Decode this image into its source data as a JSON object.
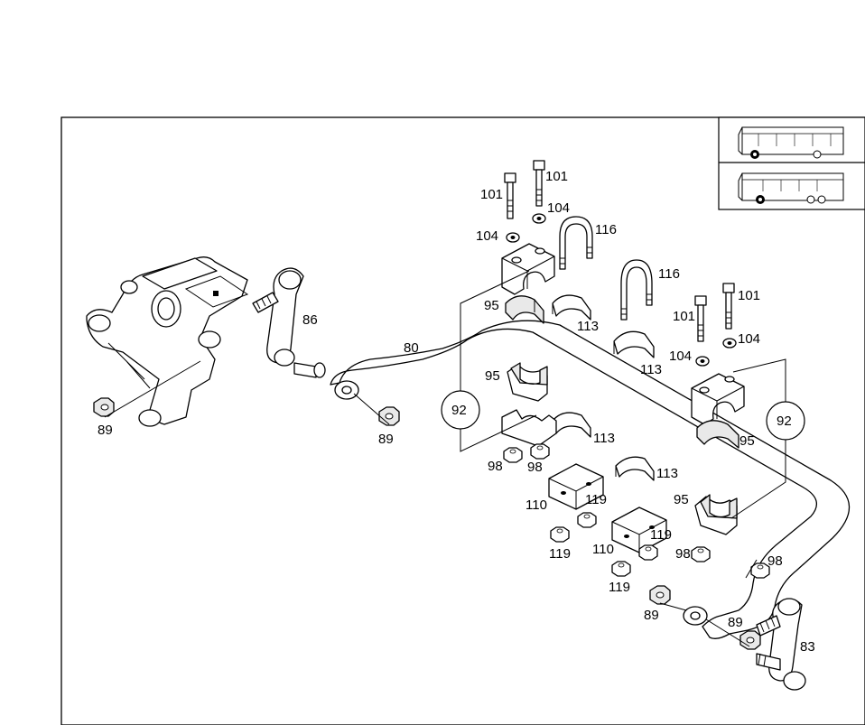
{
  "callouts": {
    "c80": "80",
    "c83": "83",
    "c86": "86",
    "c89a": "89",
    "c89b": "89",
    "c89c": "89",
    "c89d": "89",
    "c92a": "92",
    "c92b": "92",
    "c95a": "95",
    "c95b": "95",
    "c95c": "95",
    "c95d": "95",
    "c98a": "98",
    "c98b": "98",
    "c98c": "98",
    "c98d": "98",
    "c101a": "101",
    "c101b": "101",
    "c101c": "101",
    "c101d": "101",
    "c104a": "104",
    "c104b": "104",
    "c104c": "104",
    "c104d": "104",
    "c110a": "110",
    "c110b": "110",
    "c113a": "113",
    "c113b": "113",
    "c113c": "113",
    "c113d": "113",
    "c116a": "116",
    "c116b": "116",
    "c119a": "119",
    "c119b": "119",
    "c119c": "119",
    "c119d": "119"
  },
  "thumbnails": [
    {
      "name": "coach-two-axle"
    },
    {
      "name": "coach-three-axle"
    }
  ]
}
